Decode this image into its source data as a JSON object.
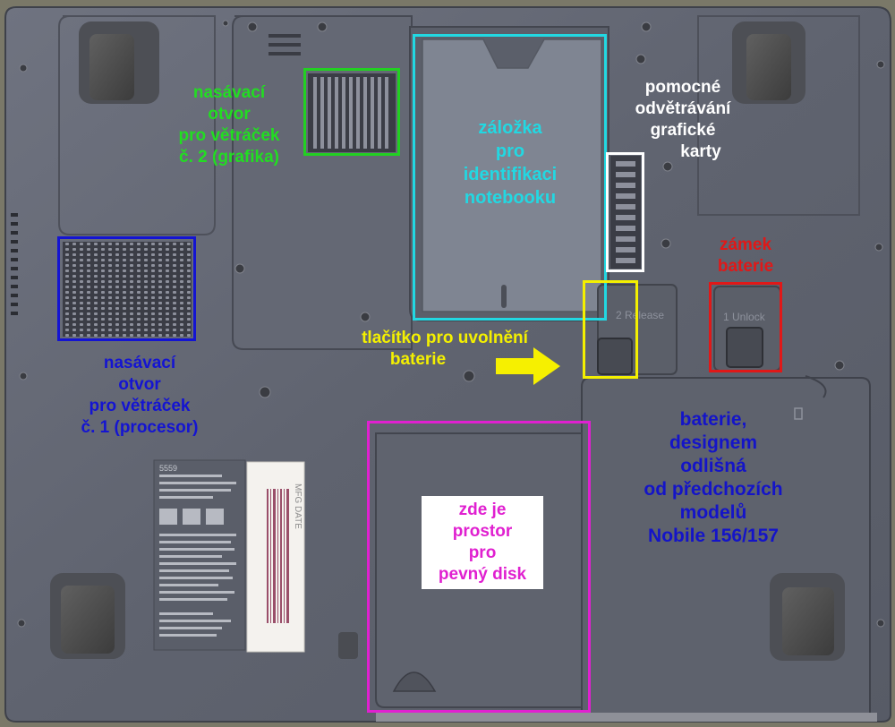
{
  "colors": {
    "green": "#22dd22",
    "cyan": "#22d8e2",
    "white": "#ffffff",
    "blue": "#1414d2",
    "red": "#e01818",
    "yellow": "#f4f000",
    "magenta": "#e020d0"
  },
  "labels": {
    "fan2_intake": [
      "nasávací",
      "otvor",
      "pro větráček",
      "č. 2 (grafika)"
    ],
    "id_tab": [
      "záložka",
      "pro",
      "identifikaci",
      "notebooku"
    ],
    "gpu_vent": [
      "pomocné",
      "odvětrávání",
      "grafické",
      "karty"
    ],
    "battery_lock": [
      "zámek",
      "baterie"
    ],
    "fan1_intake": [
      "nasávací",
      "otvor",
      "pro větráček",
      "č. 1 (procesor)"
    ],
    "battery_release": [
      "tlačítko pro uvolnění",
      "baterie"
    ],
    "hdd_bay": [
      "zde je",
      "prostor",
      "pro",
      "pevný disk"
    ],
    "battery": [
      "baterie,",
      "designem",
      "odlišná",
      "od předchozích",
      "modelů",
      "Nobile 156/157"
    ]
  },
  "case_markings": {
    "release": "2 Release",
    "unlock": "1 Unlock",
    "model": "5559",
    "mfg_date": "MFG DATE"
  }
}
